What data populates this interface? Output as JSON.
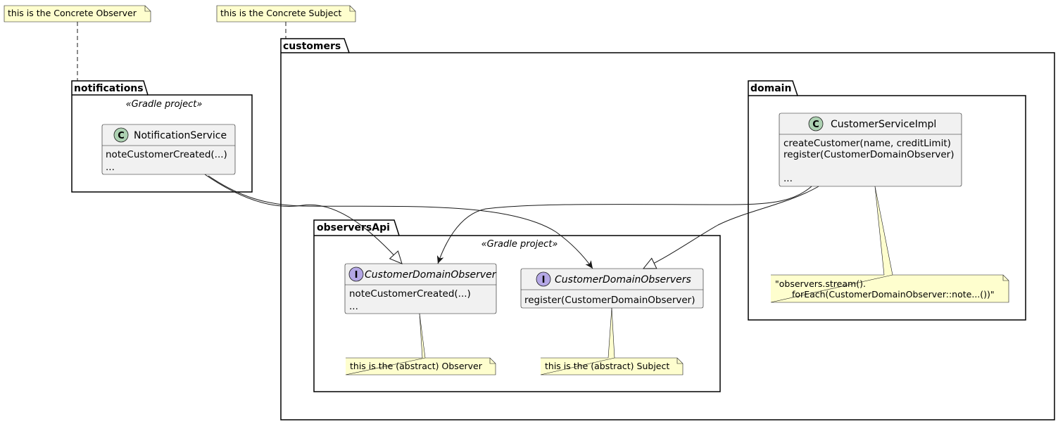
{
  "notes": {
    "concrete_observer": "this is the Concrete Observer",
    "concrete_subject": "this is the Concrete Subject",
    "abstract_observer": "this is the (abstract) Observer",
    "abstract_subject": "this is the (abstract) Subject",
    "stream_line1": "\"observers.stream().",
    "stream_line2": "forEach(CustomerDomainObserver::note...())\""
  },
  "packages": {
    "notifications": {
      "title": "notifications",
      "stereotype": "«Gradle project»"
    },
    "customers": {
      "title": "customers"
    },
    "domain": {
      "title": "domain"
    },
    "observersApi": {
      "title": "observersApi",
      "stereotype": "«Gradle project»"
    }
  },
  "classes": {
    "notification_service": {
      "kind_letter": "C",
      "name": "NotificationService",
      "members": [
        "noteCustomerCreated(...)",
        "..."
      ]
    },
    "customer_service_impl": {
      "kind_letter": "C",
      "name": "CustomerServiceImpl",
      "members": [
        "createCustomer(name, creditLimit)",
        "register(CustomerDomainObserver)",
        "..."
      ]
    },
    "customer_domain_observer": {
      "kind_letter": "I",
      "name": "CustomerDomainObserver",
      "members": [
        "noteCustomerCreated(...)",
        "..."
      ]
    },
    "customer_domain_observers": {
      "kind_letter": "I",
      "name": "CustomerDomainObservers",
      "members": [
        "register(CustomerDomainObserver)"
      ]
    }
  },
  "colors": {
    "note_fill": "#fefece",
    "class_fill": "#f1f1f1",
    "class_circle": "#add1b2",
    "interface_circle": "#b4a7e5",
    "line": "#181818"
  }
}
